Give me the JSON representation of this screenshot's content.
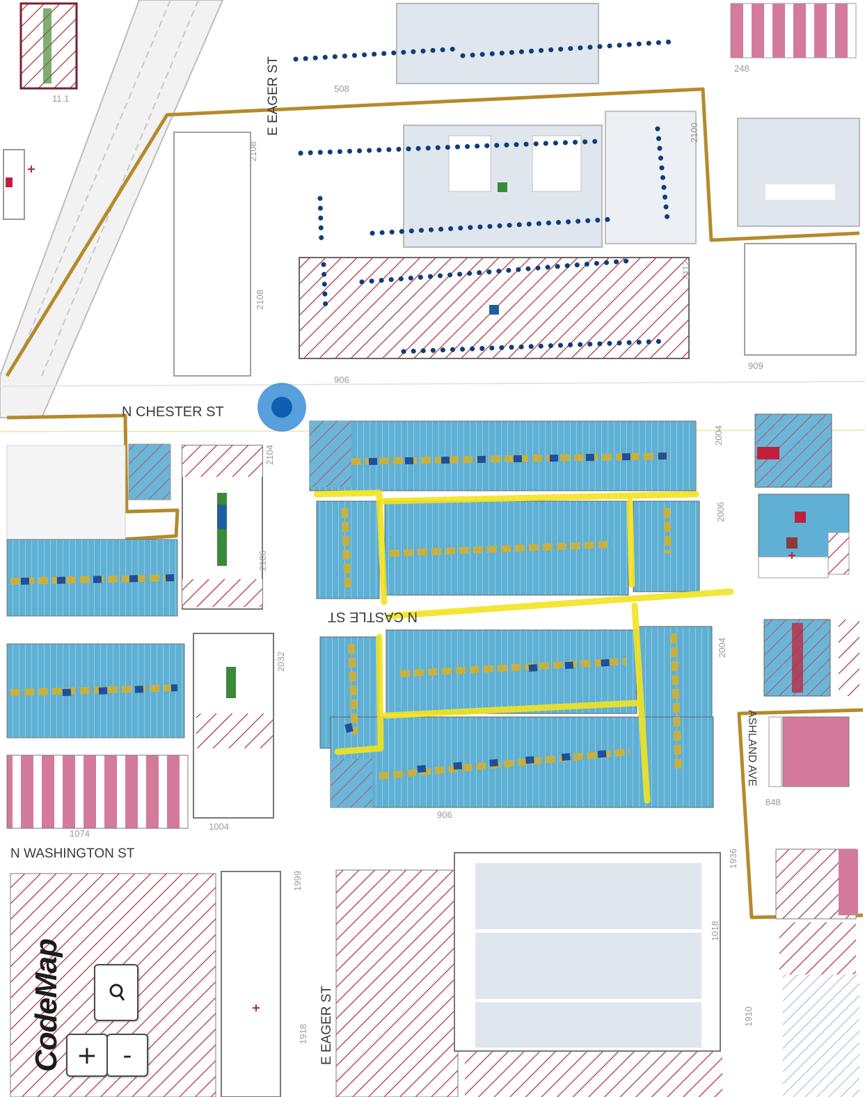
{
  "map": {
    "streets": {
      "e_eager_top": "E EAGER ST",
      "n_chester": "N CHESTER ST",
      "n_castle": "N CASTLE ST",
      "n_washington": "N WASHINGTON ST",
      "e_eager_bottom": "E EAGER ST",
      "ashland_ave": "ASHLAND AVE"
    },
    "parcel_numbers": {
      "p1": "11.1",
      "p2": "508",
      "p3": "2108",
      "p4": "2108",
      "p5": "2100",
      "p6": "248",
      "p7": "909",
      "p8": "906",
      "p9": "2104",
      "p10": "2004",
      "p11": "2004",
      "p12": "906",
      "p13": "2032",
      "p14": "2006",
      "p15": "848",
      "p16": "1074",
      "p17": "1004",
      "p18": "1999",
      "p19": "1936",
      "p20": "1018",
      "p21": "1918",
      "p22": "1910",
      "p23": "2112",
      "p24": "2106"
    },
    "colors": {
      "boundary": "#b58a2a",
      "highlight": "#f2e320",
      "vacant_hatch": "#b03040",
      "rowhouse_fill": "#5fb0d4",
      "building_fill": "#dfe6ee",
      "pink_fill": "#d47a9c",
      "location_dot": "#1f7fd1",
      "dotted_line": "#0f3d7a"
    }
  },
  "controls": {
    "search_icon": "magnifier-icon",
    "zoom_in": "+",
    "zoom_out": "-",
    "brand": "CodeMap"
  }
}
